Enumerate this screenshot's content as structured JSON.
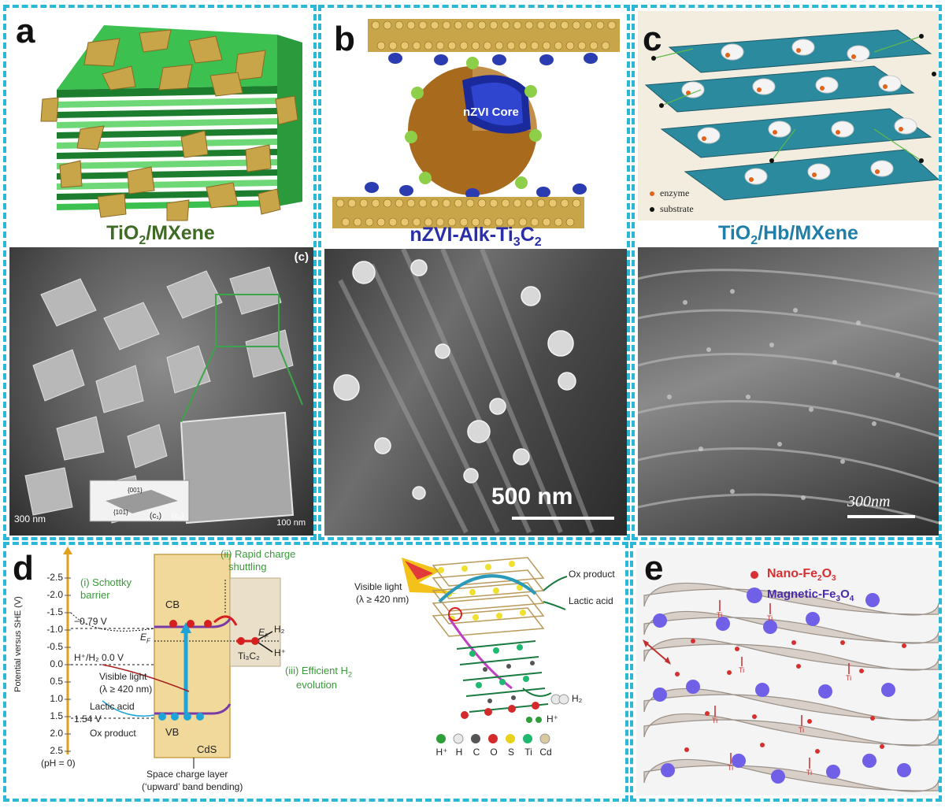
{
  "panels": {
    "a": {
      "letter": "a",
      "title_main": "TiO",
      "title_sub": "2",
      "title_rest": "/MXene",
      "title_color": "#3f6b26",
      "sem_corner": "(c)",
      "sem_scale_left": "300 nm",
      "sem_scale_right": "100 nm",
      "inset_face1": "{001}",
      "inset_face2": "{101}",
      "inset_label1": "(c₁)",
      "inset_label2": "(c₂)"
    },
    "b": {
      "letter": "b",
      "core_label": "nZVI Core",
      "title_main": "nZVI-Alk-Ti",
      "title_sub1": "3",
      "title_mid": "C",
      "title_sub2": "2",
      "title_color": "#2a2fa8",
      "sem_scale": "500 nm"
    },
    "c": {
      "letter": "c",
      "legend_enzyme": "enzyme",
      "legend_substrate": "substrate",
      "title_main": "TiO",
      "title_sub": "2",
      "title_rest": "/Hb/MXene",
      "title_color": "#1f7fa8",
      "sem_scale": "300nm"
    },
    "d": {
      "letter": "d",
      "ylabel": "Potential versus SHE (V)",
      "yticks": [
        "-2.5",
        "-2.0",
        "-1.5",
        "-1.0",
        "-0.5",
        "0.0",
        "0.5",
        "1.0",
        "1.5",
        "2.0",
        "2.5"
      ],
      "ph": "(pH = 0)",
      "schottky_1": "(i) Schottky",
      "schottky_2": "barrier",
      "rapid_1": "(ii) Rapid charge",
      "rapid_2": "shuttling",
      "efficient_1": "(iii) Efficient H",
      "efficient_sub": "2",
      "efficient_2": "evolution",
      "cb": "CB",
      "vb": "VB",
      "cds": "CdS",
      "ti3c2": "Ti₃C₂",
      "ef_left": "E",
      "ef_sub": "F",
      "ef_right": "E",
      "level_079": "−0.79 V",
      "h_h2": "H⁺/H₂ 0.0 V",
      "visible_1": "Visible light",
      "visible_2": "(λ ≥ 420 nm)",
      "lactic": "Lactic acid",
      "level_154": "1.54 V",
      "ox_product": "Ox product",
      "h2": "H₂",
      "hplus": "H⁺",
      "space_1": "Space charge layer",
      "space_2": "(‘upward’ band bending)",
      "r_visible_1": "Visible light",
      "r_visible_2": "(λ ≥ 420 nm)",
      "r_ox": "Ox product",
      "r_lactic": "Lactic acid",
      "r_h2": "H₂",
      "r_hplus": "H⁺",
      "atom_legend": [
        "H⁺",
        "H",
        "C",
        "O",
        "S",
        "Ti",
        "Cd"
      ],
      "atom_colors": [
        "#2e9e3a",
        "#e8e8e8",
        "#555555",
        "#d42a2a",
        "#e8d21e",
        "#1fb870",
        "#d8c9a0"
      ]
    },
    "e": {
      "letter": "e",
      "legend_nano": "Nano-Fe",
      "legend_nano_sub1": "2",
      "legend_nano_mid": "O",
      "legend_nano_sub2": "3",
      "legend_mag": "Magnetic-Fe",
      "legend_mag_sub1": "3",
      "legend_mag_mid": "O",
      "legend_mag_sub2": "4",
      "bond_label": "Ti"
    }
  },
  "colors": {
    "frame": "#2bb7d6",
    "mxene_green": "#2fb24a",
    "tio2_gold": "#c9a54a",
    "nzvi_brown": "#a86a1c",
    "sheet_teal": "#2c8a9e"
  }
}
